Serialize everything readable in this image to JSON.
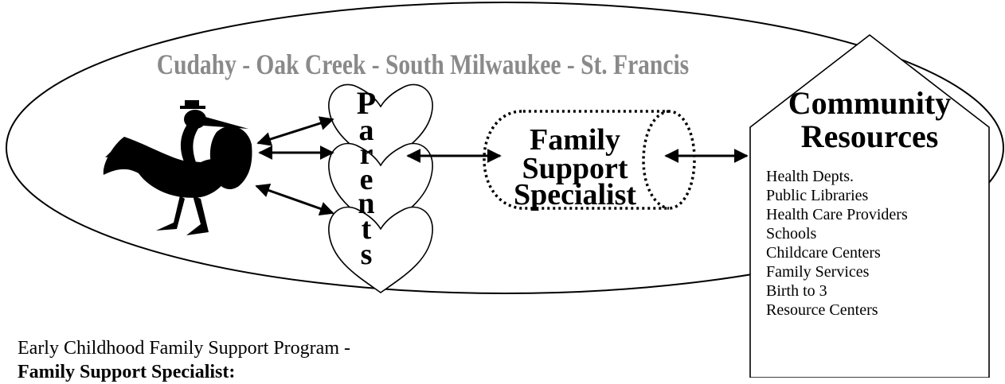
{
  "diagram": {
    "cities": "Cudahy - Oak Creek - South Milwaukee - St. Francis",
    "parents_letters": [
      "P",
      "a",
      "r",
      "e",
      "n",
      "t",
      "s"
    ],
    "specialist": {
      "line1": "Family",
      "line2": "Support",
      "line3": "Specialist"
    },
    "community": {
      "title_line1": "Community",
      "title_line2": "Resources",
      "items": [
        "Health Depts.",
        "Public Libraries",
        "Health Care Providers",
        "Schools",
        "Childcare Centers",
        "Family Services",
        "Birth to 3",
        "Resource Centers"
      ]
    },
    "colors": {
      "cities_text": "#8a8a8a",
      "ink": "#000000"
    }
  },
  "caption": {
    "line1": "Early Childhood Family Support Program -",
    "line2": "Family Support Specialist"
  }
}
